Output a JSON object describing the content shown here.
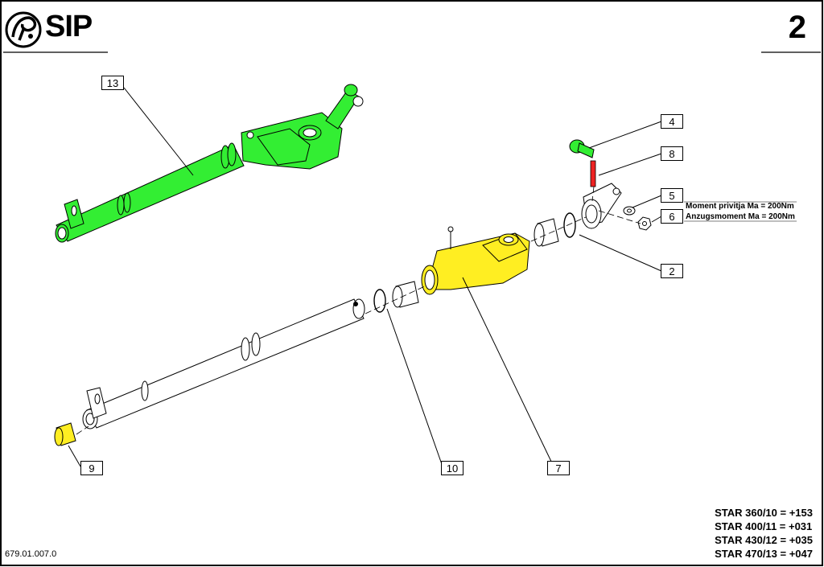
{
  "header": {
    "brand": "SIP",
    "logo_icon": "sip-logo-icon",
    "page_number": "2"
  },
  "colors": {
    "assembly_highlight": "#33ee33",
    "part_7_9_highlight": "#ffee22",
    "pin_highlight": "#ee2222",
    "line": "#000000"
  },
  "callouts": {
    "c13": "13",
    "c4": "4",
    "c8": "8",
    "c5": "5",
    "c6": "6",
    "c2": "2",
    "c9": "9",
    "c10": "10",
    "c7": "7"
  },
  "torque_note": {
    "line1": "Moment privitja Ma = 200Nm",
    "line2": "Anzugsmoment Ma = 200Nm"
  },
  "model_table": [
    {
      "label": "STAR 360/10 = +153"
    },
    {
      "label": "STAR 400/11 = +031"
    },
    {
      "label": "STAR 430/12 = +035"
    },
    {
      "label": "STAR 470/13 = +047"
    }
  ],
  "footer": {
    "document_code": "679.01.007.0"
  }
}
